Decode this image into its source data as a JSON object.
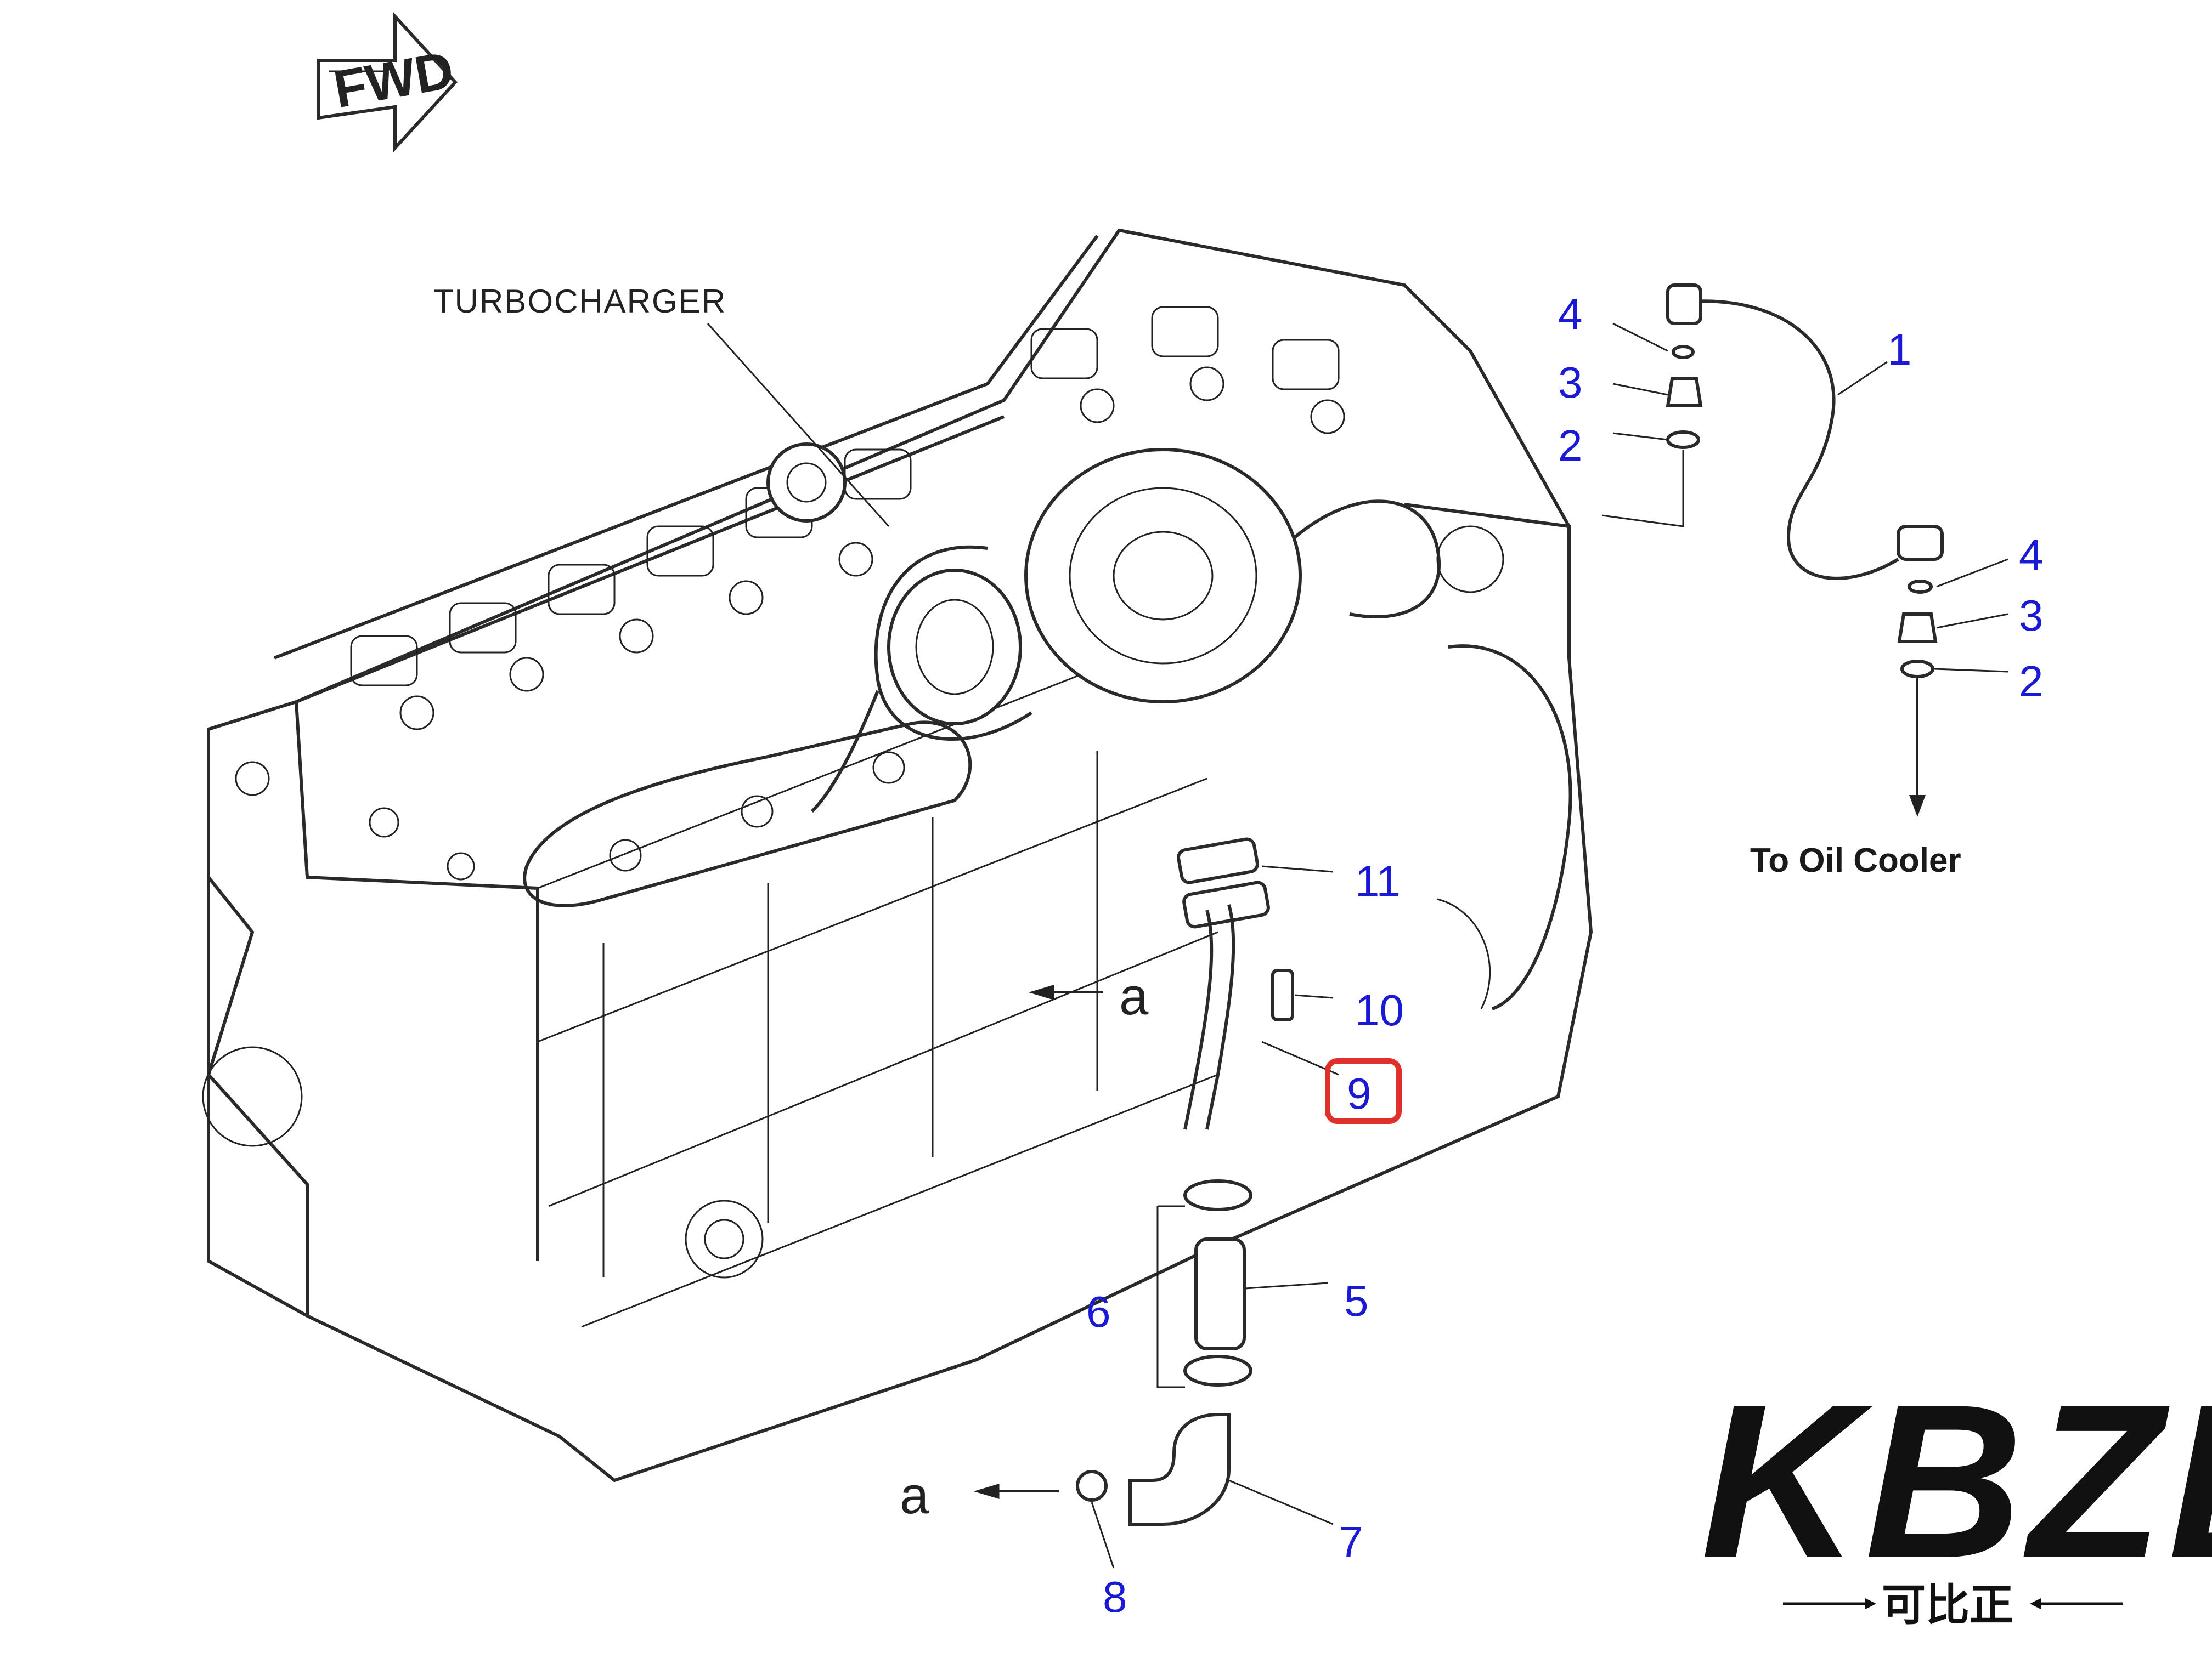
{
  "labels": {
    "turbocharger": "TURBOCHARGER",
    "fwd": "FWD",
    "to_oil_cooler": "To Oil Cooler",
    "ref_a_upper": "a",
    "ref_a_lower": "a"
  },
  "parts": [
    {
      "id": "p1",
      "num": "1"
    },
    {
      "id": "p2a",
      "num": "2"
    },
    {
      "id": "p2b",
      "num": "2"
    },
    {
      "id": "p3a",
      "num": "3"
    },
    {
      "id": "p3b",
      "num": "3"
    },
    {
      "id": "p4a",
      "num": "4"
    },
    {
      "id": "p4b",
      "num": "4"
    },
    {
      "id": "p5",
      "num": "5"
    },
    {
      "id": "p6",
      "num": "6"
    },
    {
      "id": "p7",
      "num": "7"
    },
    {
      "id": "p8",
      "num": "8"
    },
    {
      "id": "p9",
      "num": "9",
      "highlighted": true
    },
    {
      "id": "p10",
      "num": "10"
    },
    {
      "id": "p11",
      "num": "11"
    }
  ],
  "logo": {
    "brand": "KBZE",
    "brand_cn": "可比正"
  },
  "colors": {
    "part_number": "#1a1ad6",
    "highlight": "#e0302a",
    "logo_accent": "#e8781e"
  }
}
